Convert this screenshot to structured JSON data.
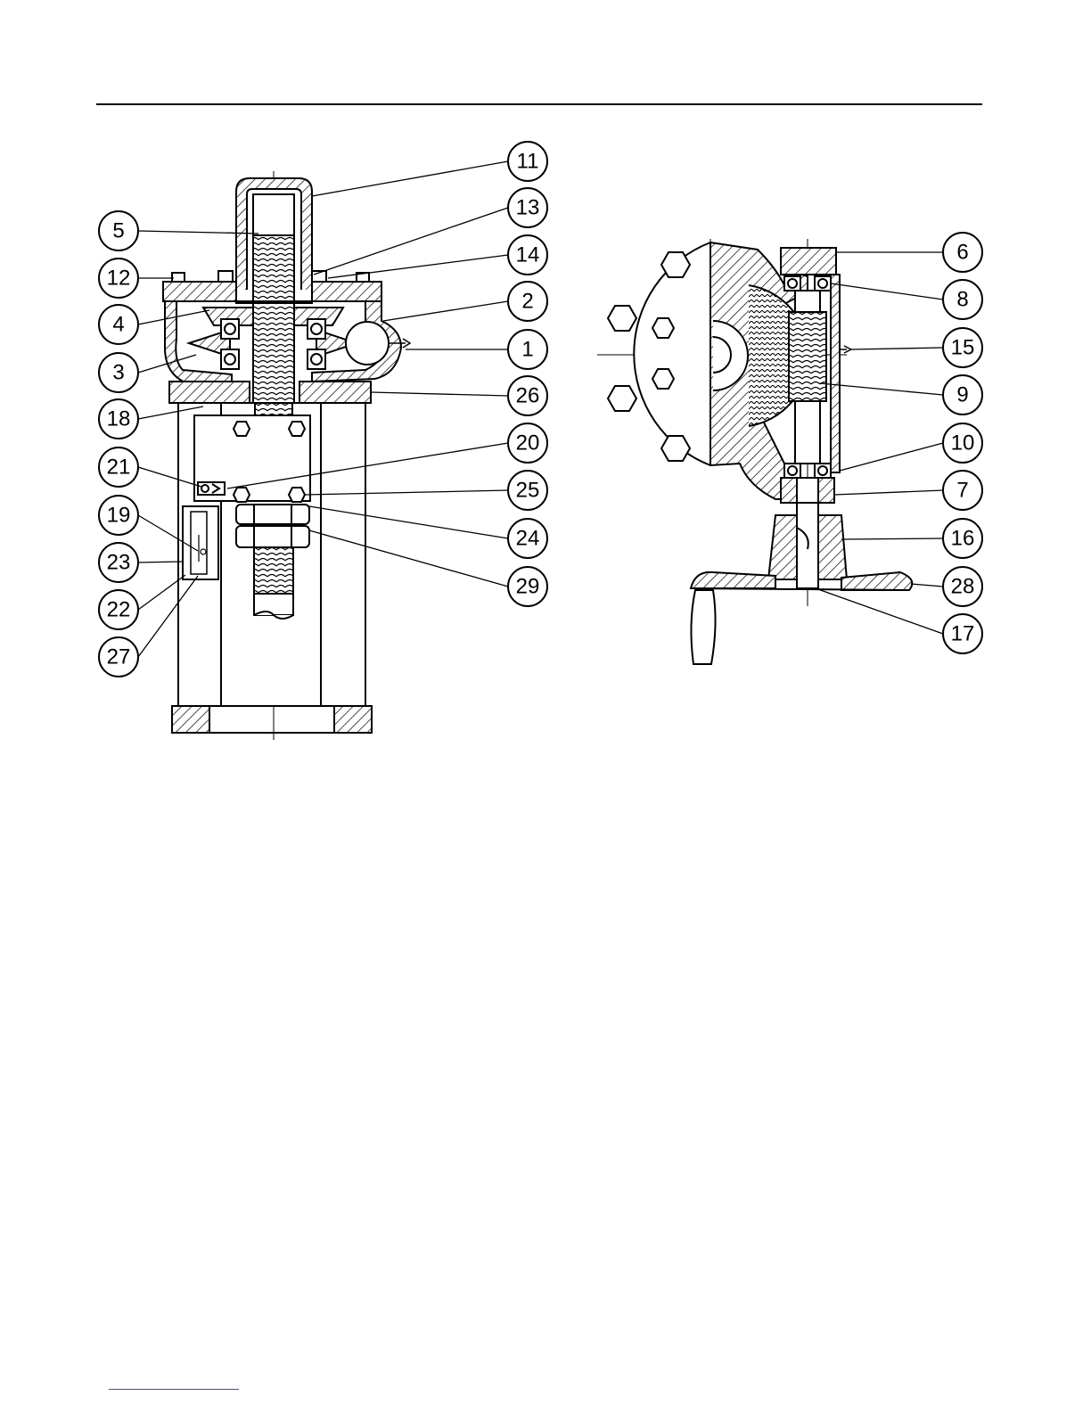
{
  "diagram": {
    "left_view_callouts": [
      "11",
      "13",
      "5",
      "14",
      "12",
      "2",
      "4",
      "1",
      "3",
      "26",
      "18",
      "20",
      "21",
      "25",
      "19",
      "24",
      "23",
      "29",
      "22",
      "27"
    ],
    "right_view_callouts": [
      "6",
      "8",
      "15",
      "9",
      "10",
      "7",
      "16",
      "28",
      "17"
    ]
  }
}
